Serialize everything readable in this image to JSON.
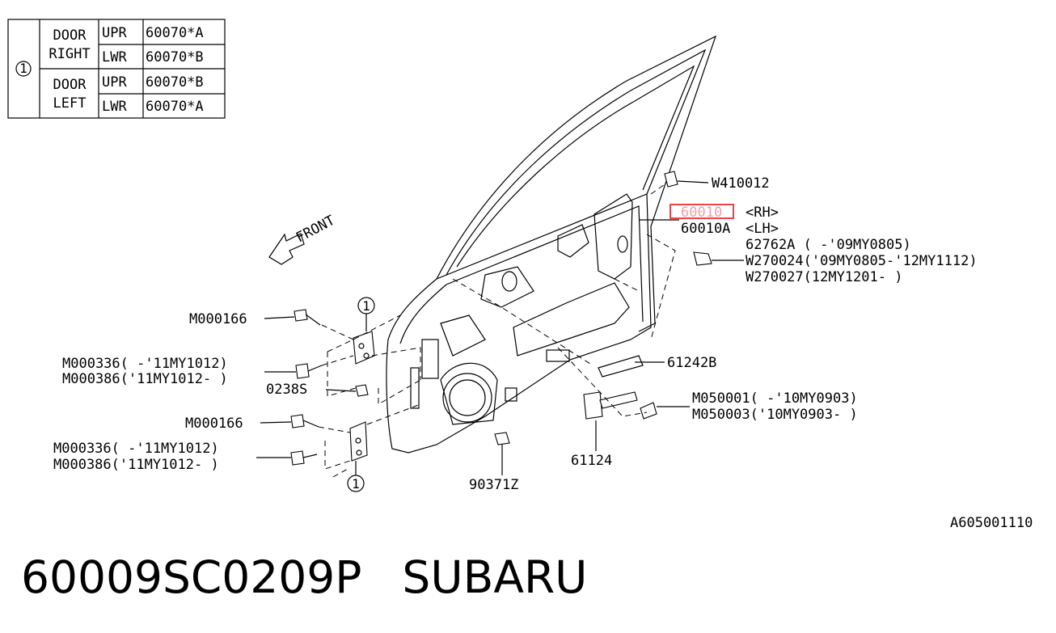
{
  "legend": {
    "marker": "1",
    "rows": [
      {
        "group": "DOOR",
        "side": "RIGHT",
        "pos": "UPR",
        "part": "60070*A"
      },
      {
        "pos": "LWR",
        "part": "60070*B"
      },
      {
        "group": "DOOR",
        "side": "LEFT",
        "pos": "UPR",
        "part": "60070*B"
      },
      {
        "pos": "LWR",
        "part": "60070*A"
      }
    ]
  },
  "front_label": "FRONT",
  "callouts": {
    "w410012": "W410012",
    "p60010": "60010",
    "rh": "<RH>",
    "p60010a": "60010A",
    "lh": "<LH>",
    "p62762a": "62762A ( -'09MY0805)",
    "w270024": "W270024('09MY0805-'12MY1112)",
    "w270027": "W270027(12MY1201- )",
    "m000166_upper": "M000166",
    "m000336_upper": "M000336( -'11MY1012)",
    "m000386_upper": "M000386('11MY1012- )",
    "p0238s": "0238S",
    "m000166_lower": "M000166",
    "m000336_lower": "M000336( -'11MY1012)",
    "m000386_lower": "M000386('11MY1012- )",
    "p61242b": "61242B",
    "m050001": "M050001( -'10MY0903)",
    "m050003": "M050003('10MY0903- )",
    "p61124": "61124",
    "p90371z": "90371Z",
    "hinge_marker_upper": "1",
    "hinge_marker_lower": "1"
  },
  "diagram_id": "A605001110",
  "footer": {
    "part_number": "60009SC0209P",
    "brand": "SUBARU"
  },
  "colors": {
    "highlight": "#e8141c",
    "ink": "#000000"
  }
}
